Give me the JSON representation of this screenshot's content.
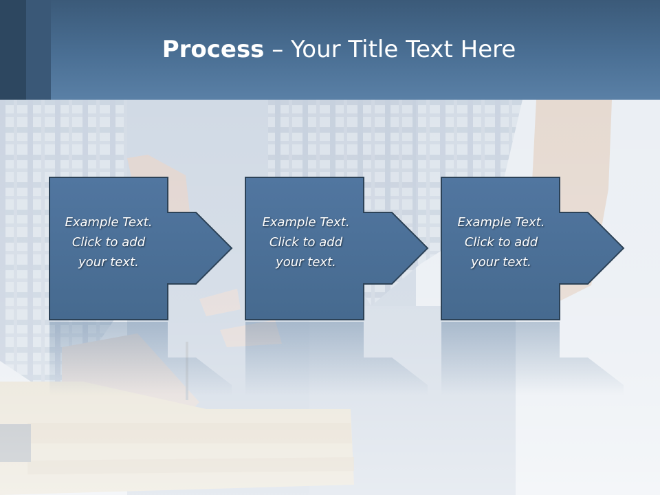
{
  "slide": {
    "title_bold": "Process",
    "title_rest": " – Your Title Text Here"
  },
  "steps": [
    {
      "line1": "Example Text.",
      "line2": "Click  to add",
      "line3": "your text."
    },
    {
      "line1": "Example Text.",
      "line2": "Click  to add",
      "line3": "your text."
    },
    {
      "line1": "Example Text.",
      "line2": "Click  to add",
      "line3": "your text."
    }
  ],
  "colors": {
    "header": "#4a6f94",
    "box_fill": "#4d7196",
    "box_stroke": "#2c4257",
    "text": "#ffffff"
  }
}
